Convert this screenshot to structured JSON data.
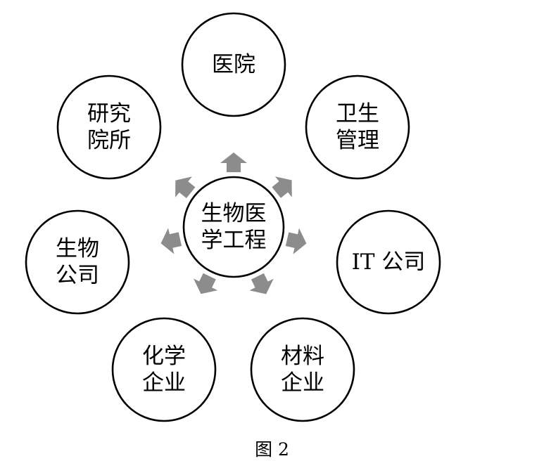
{
  "diagram": {
    "center": {
      "lines": [
        "生物医",
        "学工程"
      ]
    },
    "satellites": [
      {
        "id": "hospital",
        "lines": [
          "医院"
        ]
      },
      {
        "id": "health-management",
        "lines": [
          "卫生",
          "管理"
        ]
      },
      {
        "id": "it-company",
        "lines": [
          "IT 公司"
        ]
      },
      {
        "id": "materials-enterprise",
        "lines": [
          "材料",
          "企业"
        ]
      },
      {
        "id": "chemical-enterprise",
        "lines": [
          "化学",
          "企业"
        ]
      },
      {
        "id": "biotech-company",
        "lines": [
          "生物",
          "公司"
        ]
      },
      {
        "id": "research-institute",
        "lines": [
          "研究",
          "院所"
        ]
      }
    ],
    "arrow_color": "#8c8c8c"
  },
  "caption": "图 2"
}
